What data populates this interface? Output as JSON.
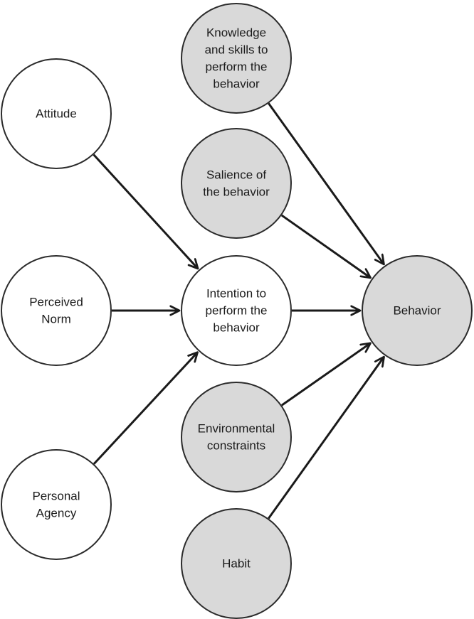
{
  "diagram": {
    "colors": {
      "construct_fill": "#ffffff",
      "moderator_fill": "#d9d9d9",
      "stroke": "#2b2b2b",
      "arrow": "#1a1a1a"
    },
    "nodes": [
      {
        "id": "knowledge",
        "lines": [
          "Knowledge",
          "and skills to",
          "perform the",
          "behavior"
        ],
        "fill": "moderator"
      },
      {
        "id": "attitude",
        "lines": [
          "Attitude"
        ],
        "fill": "construct"
      },
      {
        "id": "salience",
        "lines": [
          "Salience of",
          "the behavior"
        ],
        "fill": "moderator"
      },
      {
        "id": "norm",
        "lines": [
          "Perceived",
          "Norm"
        ],
        "fill": "construct"
      },
      {
        "id": "intention",
        "lines": [
          "Intention to",
          "perform the",
          "behavior"
        ],
        "fill": "construct"
      },
      {
        "id": "behavior",
        "lines": [
          "Behavior"
        ],
        "fill": "moderator"
      },
      {
        "id": "environment",
        "lines": [
          "Environmental",
          "constraints"
        ],
        "fill": "moderator"
      },
      {
        "id": "agency",
        "lines": [
          "Personal",
          "Agency"
        ],
        "fill": "construct"
      },
      {
        "id": "habit",
        "lines": [
          "Habit"
        ],
        "fill": "moderator"
      }
    ],
    "edges": [
      {
        "from": "attitude",
        "to": "intention"
      },
      {
        "from": "norm",
        "to": "intention"
      },
      {
        "from": "agency",
        "to": "intention"
      },
      {
        "from": "intention",
        "to": "behavior"
      },
      {
        "from": "knowledge",
        "to": "behavior"
      },
      {
        "from": "salience",
        "to": "behavior"
      },
      {
        "from": "environment",
        "to": "behavior"
      },
      {
        "from": "habit",
        "to": "behavior"
      }
    ]
  }
}
